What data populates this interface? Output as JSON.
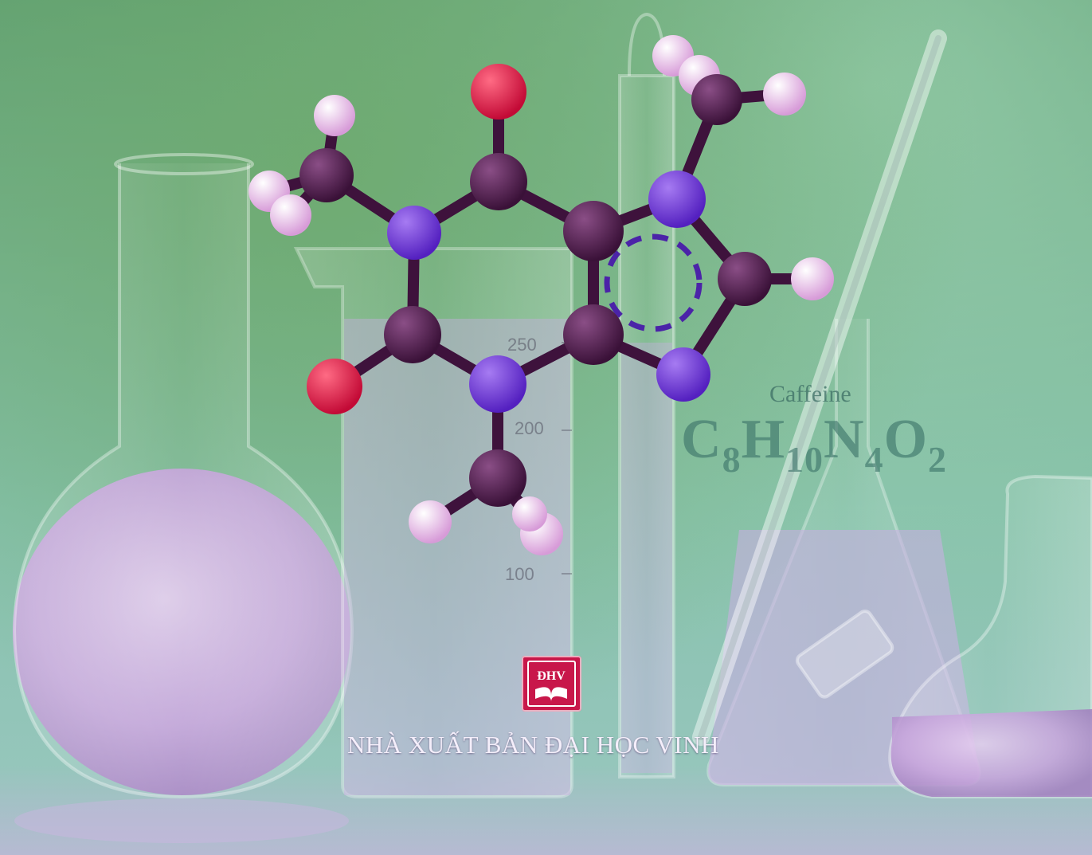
{
  "cover": {
    "formula": {
      "label": "Caffeine",
      "c": "C",
      "c_sub": "8",
      "h": "H",
      "h_sub": "10",
      "n": "N",
      "n_sub": "4",
      "o": "O",
      "o_sub": "2"
    },
    "beaker_scale": [
      "250",
      "200",
      "100"
    ],
    "publisher": {
      "logo_text": "ĐHV",
      "name": "NHÀ XUẤT BẢN ĐẠI HỌC VINH"
    },
    "colors": {
      "background_green": "#6fa987",
      "liquid_violet": "#c7a3dc",
      "carbon": "#4a1a45",
      "nitrogen": "#6a2dd6",
      "oxygen": "#e0113c",
      "hydrogen": "#f0c3ee",
      "logo_red": "#c8174a"
    },
    "molecule_icon": "caffeine-ball-and-stick-model"
  }
}
